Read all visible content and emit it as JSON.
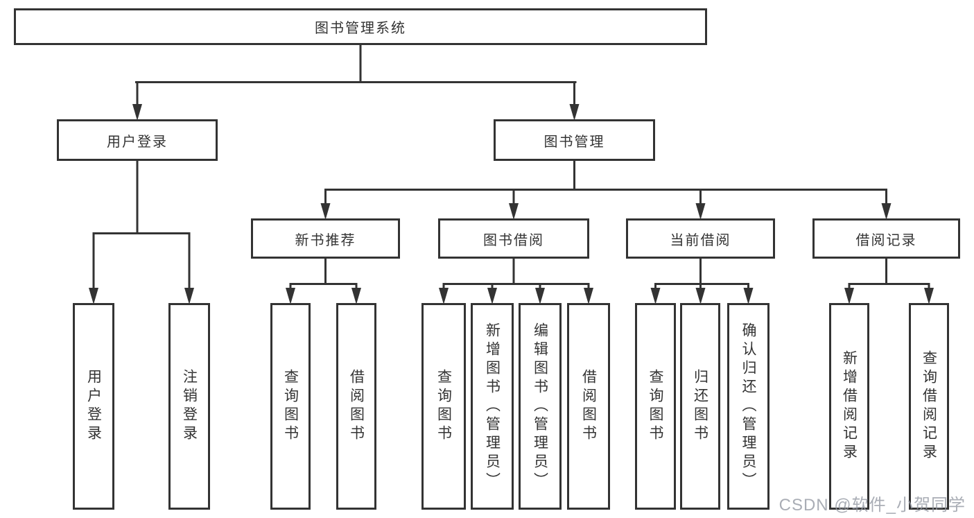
{
  "tree": {
    "label": "图书管理系统",
    "children": [
      {
        "label": "用户登录",
        "children": [
          {
            "label": "用户登录"
          },
          {
            "label": "注销登录"
          }
        ]
      },
      {
        "label": "图书管理",
        "children": [
          {
            "label": "新书推荐",
            "children": [
              {
                "label": "查询图书"
              },
              {
                "label": "借阅图书"
              }
            ]
          },
          {
            "label": "图书借阅",
            "children": [
              {
                "label": "查询图书"
              },
              {
                "label": "新增图书（管理员）"
              },
              {
                "label": "编辑图书（管理员）"
              },
              {
                "label": "借阅图书"
              }
            ]
          },
          {
            "label": "当前借阅",
            "children": [
              {
                "label": "查询图书"
              },
              {
                "label": "归还图书"
              },
              {
                "label": "确认归还（管理员）"
              }
            ]
          },
          {
            "label": "借阅记录",
            "children": [
              {
                "label": "新增借阅记录"
              },
              {
                "label": "查询借阅记录"
              }
            ]
          }
        ]
      }
    ]
  },
  "watermark": {
    "text": "CSDN @软件_小贺同学"
  },
  "colors": {
    "line": "#333333",
    "background": "#ffffff",
    "watermark": "#9499a3"
  }
}
